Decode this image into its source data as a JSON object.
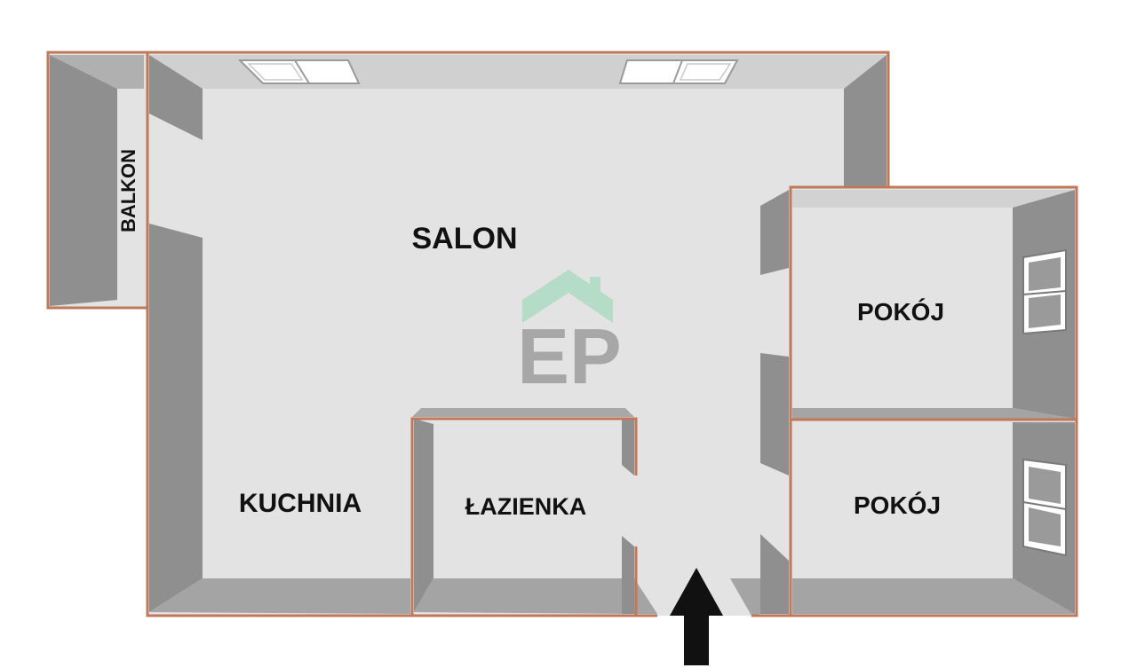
{
  "rooms": {
    "salon": "SALON",
    "balkon": "BALKON",
    "kuchnia": "KUCHNIA",
    "lazienka": "ŁAZIENKA",
    "pokoj_1": "POKÓJ",
    "pokoj_2": "POKÓJ"
  },
  "watermark": {
    "text": "EP",
    "roof_color": "#b5dcc6",
    "letter_color": "#a7a7a7"
  },
  "colors": {
    "outline": "#c0785a",
    "floor": "#e3e3e3",
    "wall": "#8f8f8f",
    "wall_light": "#a8a8a8",
    "arrow": "#111111"
  },
  "icons": {
    "entrance": "arrow-up-icon",
    "window": "window-icon"
  }
}
